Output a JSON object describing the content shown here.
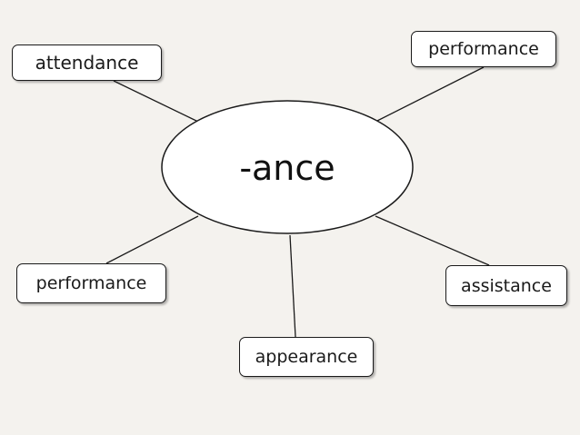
{
  "diagram": {
    "hub": {
      "label": "-ance"
    },
    "nodes": [
      {
        "id": "attendance",
        "label": "attendance"
      },
      {
        "id": "performance-top-right",
        "label": "performance"
      },
      {
        "id": "performance-bottom-left",
        "label": "performance"
      },
      {
        "id": "assistance",
        "label": "assistance"
      },
      {
        "id": "appearance",
        "label": "appearance"
      }
    ],
    "colors": {
      "background": "#f4f2ee",
      "node_fill": "#ffffff",
      "stroke": "#1a1a1a"
    }
  }
}
